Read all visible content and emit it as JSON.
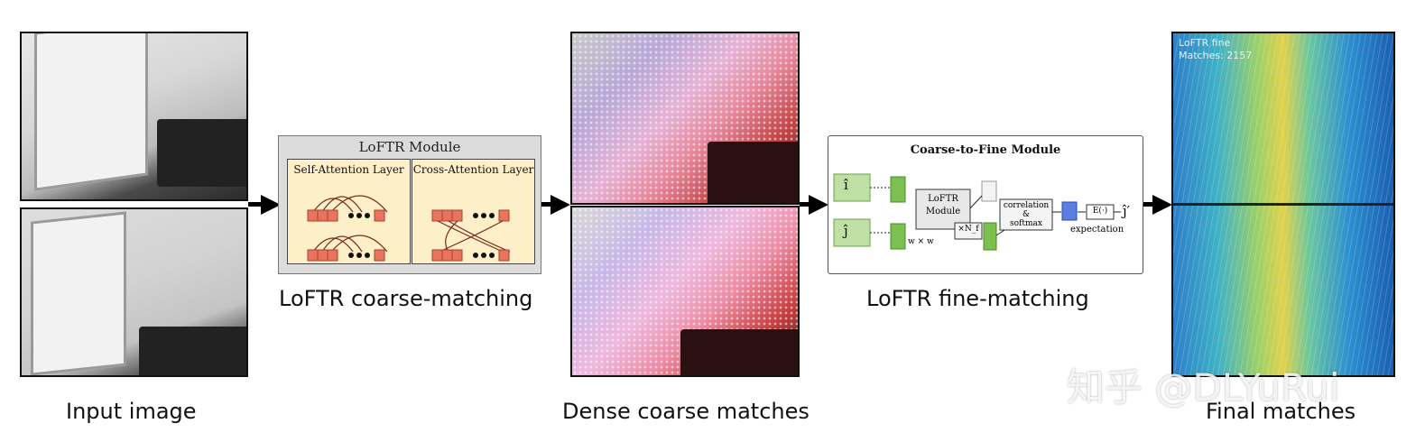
{
  "captions": {
    "input_image": "Input image",
    "coarse_matching": "LoFTR coarse-matching",
    "dense_coarse": "Dense coarse matches",
    "fine_matching": "LoFTR fine-matching",
    "final_matches": "Final matches"
  },
  "loftr_module": {
    "title": "LoFTR Module",
    "self_attention": "Self-Attention Layer",
    "cross_attention": "Cross-Attention Layer"
  },
  "coarse_to_fine": {
    "title": "Coarse-to-Fine Module",
    "input_i": "î",
    "input_j": "ĵ",
    "loftr_label_1": "LoFTR",
    "loftr_label_2": "Module",
    "nf": "×N_f",
    "window": "w × w",
    "corr_1": "correlation",
    "corr_2": "&",
    "corr_3": "softmax",
    "expect_fn": "E(·)",
    "expectation": "expectation",
    "output": "ĵ′"
  },
  "final_overlay": {
    "line1": "LoFTR fine",
    "line2": "Matches: 2157"
  },
  "watermark": "知乎 @DLYuRui",
  "colors": {
    "module_bg": "#dcdcdc",
    "attn_bg": "#fdf0c8",
    "block": "#e8735f",
    "feature_green": "#8cc46a",
    "arrow": "#000000"
  }
}
